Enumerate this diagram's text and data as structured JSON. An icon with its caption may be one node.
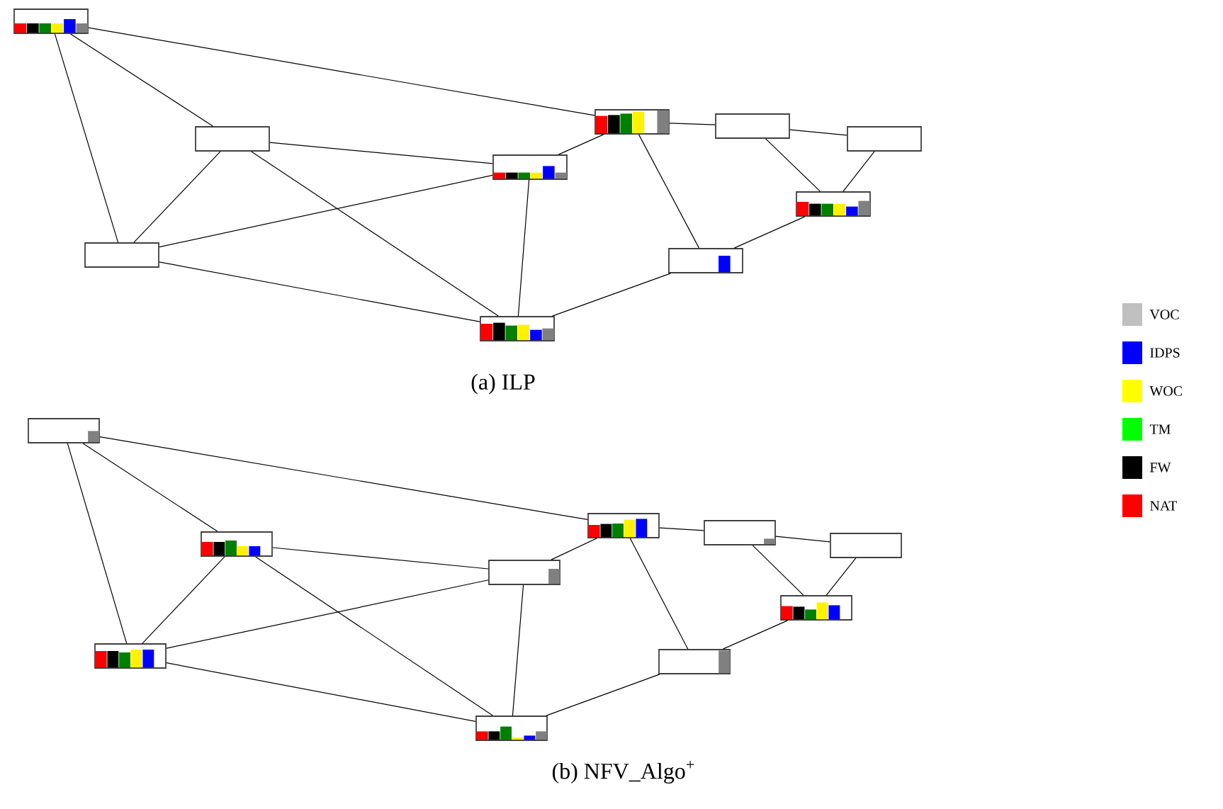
{
  "diagram": {
    "nodes": [
      {
        "text": [],
        "shape": "box"
      },
      {
        "text": [],
        "shape": "box"
      },
      {
        "text": [],
        "shape": "box"
      },
      {
        "text": [],
        "shape": "box"
      },
      {
        "text": [],
        "shape": "box"
      },
      {
        "text": [],
        "shape": "box"
      },
      {
        "text": [],
        "shape": "box"
      },
      {
        "text": [],
        "shape": "box"
      },
      {
        "text": [],
        "shape": "box"
      },
      {
        "text": [],
        "shape": "box"
      },
      {
        "text": [],
        "shape": "box"
      },
      {
        "text": [],
        "shape": "box"
      },
      {
        "text": [],
        "shape": "box"
      },
      {
        "text": [],
        "shape": "box"
      },
      {
        "text": [],
        "shape": "box"
      },
      {
        "text": [],
        "shape": "box"
      },
      {
        "text": [],
        "shape": "box"
      },
      {
        "text": [],
        "shape": "box"
      },
      {
        "text": [],
        "shape": "box"
      },
      {
        "text": [],
        "shape": "box"
      }
    ],
    "edges": [
      {
        "from": 0,
        "to": 4,
        "arrow": "none"
      },
      {
        "from": 0,
        "to": 1,
        "arrow": "none"
      },
      {
        "from": 0,
        "to": 2,
        "arrow": "none"
      },
      {
        "from": 1,
        "to": 3,
        "arrow": "none"
      },
      {
        "from": 1,
        "to": 2,
        "arrow": "none"
      },
      {
        "from": 1,
        "to": 9,
        "arrow": "none"
      },
      {
        "from": 2,
        "to": 3,
        "arrow": "none"
      },
      {
        "from": 2,
        "to": 9,
        "arrow": "none"
      },
      {
        "from": 3,
        "to": 9,
        "arrow": "none"
      },
      {
        "from": 3,
        "to": 4,
        "arrow": "none"
      },
      {
        "from": 4,
        "to": 5,
        "arrow": "none"
      },
      {
        "from": 4,
        "to": 8,
        "arrow": "none"
      },
      {
        "from": 5,
        "to": 6,
        "arrow": "none"
      },
      {
        "from": 5,
        "to": 7,
        "arrow": "none"
      },
      {
        "from": 6,
        "to": 7,
        "arrow": "none"
      },
      {
        "from": 7,
        "to": 8,
        "arrow": "none"
      },
      {
        "from": 8,
        "to": 9,
        "arrow": "none"
      },
      {
        "from": 10,
        "to": 14,
        "arrow": "none"
      },
      {
        "from": 10,
        "to": 11,
        "arrow": "none"
      },
      {
        "from": 10,
        "to": 12,
        "arrow": "none"
      },
      {
        "from": 11,
        "to": 13,
        "arrow": "none"
      },
      {
        "from": 11,
        "to": 12,
        "arrow": "none"
      },
      {
        "from": 11,
        "to": 19,
        "arrow": "none"
      },
      {
        "from": 12,
        "to": 13,
        "arrow": "none"
      },
      {
        "from": 12,
        "to": 19,
        "arrow": "none"
      },
      {
        "from": 13,
        "to": 19,
        "arrow": "none"
      },
      {
        "from": 13,
        "to": 14,
        "arrow": "none"
      },
      {
        "from": 14,
        "to": 15,
        "arrow": "none"
      },
      {
        "from": 14,
        "to": 18,
        "arrow": "none"
      },
      {
        "from": 15,
        "to": 16,
        "arrow": "none"
      },
      {
        "from": 15,
        "to": 17,
        "arrow": "none"
      },
      {
        "from": 16,
        "to": 17,
        "arrow": "none"
      },
      {
        "from": 17,
        "to": 18,
        "arrow": "none"
      },
      {
        "from": 18,
        "to": 19,
        "arrow": "none"
      }
    ],
    "labels": [
      "(a) ILP",
      "(b) NFV_Algo$^{+}$"
    ],
    "legend": [
      {
        "text": "VOC",
        "color": "#c0c0c0"
      },
      {
        "text": "IDPS",
        "color": "#0000ff"
      },
      {
        "text": "WOC",
        "color": "#ffff00"
      },
      {
        "text": "TM",
        "color": "#00ff00"
      },
      {
        "text": "FW",
        "color": "#000000"
      },
      {
        "text": "NAT",
        "color": "#ff0000"
      }
    ]
  }
}
